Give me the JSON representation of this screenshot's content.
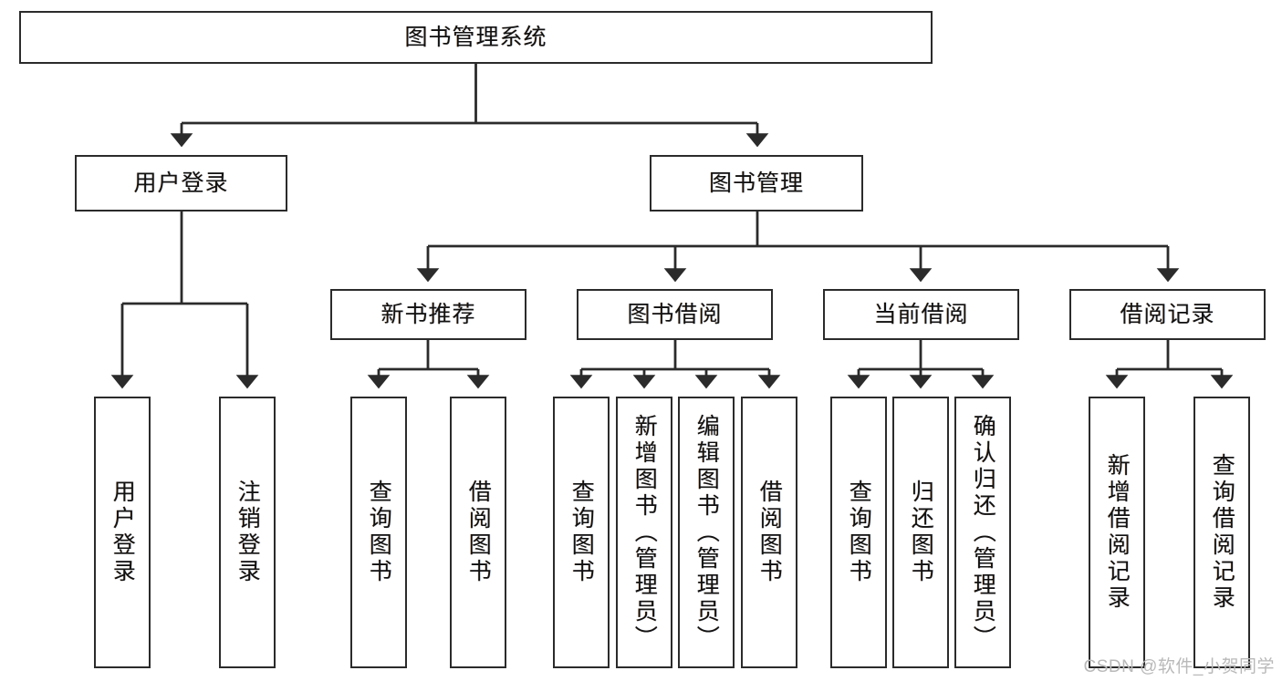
{
  "diagram": {
    "title": "图书管理系统",
    "type": "tree-hierarchy",
    "watermark": "CSDN @软件_小贺同学",
    "colors": {
      "stroke": "#2b2b2b",
      "fill": "#ffffff",
      "text": "#111111",
      "watermark": "#b9b9b9"
    },
    "root": {
      "label": "图书管理系统"
    },
    "level2": [
      {
        "label": "用户登录"
      },
      {
        "label": "图书管理"
      }
    ],
    "level3": [
      {
        "label": "新书推荐"
      },
      {
        "label": "图书借阅"
      },
      {
        "label": "当前借阅"
      },
      {
        "label": "借阅记录"
      }
    ],
    "leaves": {
      "user_login": [
        {
          "label": "用户登录"
        },
        {
          "label": "注销登录"
        }
      ],
      "new_books": [
        {
          "label": "查询图书"
        },
        {
          "label": "借阅图书"
        }
      ],
      "book_borrow": [
        {
          "label": "查询图书"
        },
        {
          "label": "新增图书（管理员）"
        },
        {
          "label": "编辑图书（管理员）"
        },
        {
          "label": "借阅图书"
        }
      ],
      "current_borrow": [
        {
          "label": "查询图书"
        },
        {
          "label": "归还图书"
        },
        {
          "label": "确认归还（管理员）"
        }
      ],
      "borrow_records": [
        {
          "label": "新增借阅记录"
        },
        {
          "label": "查询借阅记录"
        }
      ]
    }
  }
}
